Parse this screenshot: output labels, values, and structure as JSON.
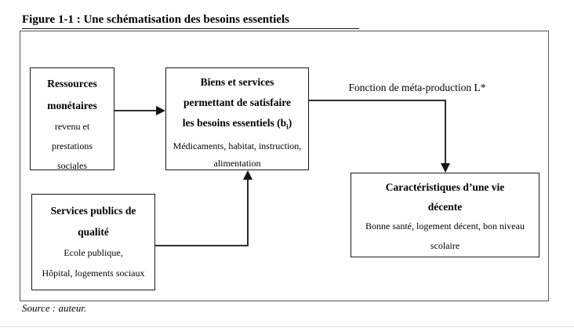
{
  "figure": {
    "title": "Figure 1-1 : Une schématisation des besoins essentiels",
    "source": "Source : auteur."
  },
  "labels": {
    "meta_production": "Fonction de méta-production L*"
  },
  "boxes": {
    "ressources": {
      "title": [
        "Ressources",
        "monétaires"
      ],
      "details": [
        "revenu et",
        "prestations",
        "sociales"
      ]
    },
    "biens": {
      "title_1": "Biens et services",
      "title_2": "permettant de satisfaire",
      "title_3_pre": "les besoins essentiels (b",
      "title_3_sub": "i",
      "title_3_post": ")",
      "details": [
        "Médicaments, habitat, instruction,",
        "alimentation"
      ]
    },
    "services": {
      "title": [
        "Services publics de",
        "qualité"
      ],
      "details": [
        "Ecole publique,",
        "Hôpital, logements sociaux"
      ]
    },
    "caracteristiques": {
      "title": [
        "Caractéristiques d’une vie",
        "décente"
      ],
      "details": [
        "Bonne santé, logement décent, bon niveau",
        "scolaire"
      ]
    }
  },
  "colors": {
    "background": "#ffffff",
    "text": "#000000",
    "frame_border": "#555555",
    "box_border": "#1a1a1a",
    "arrow": "#141414"
  }
}
